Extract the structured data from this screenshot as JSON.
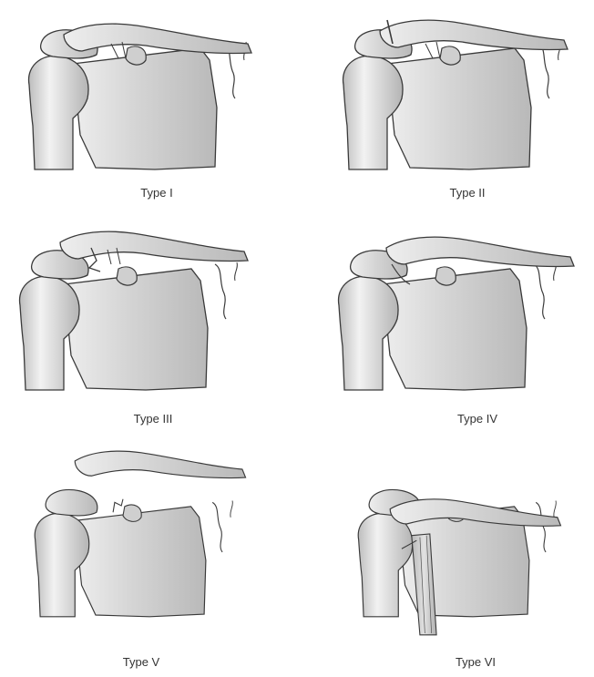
{
  "panels": [
    {
      "id": "type-1",
      "label": "Type I"
    },
    {
      "id": "type-2",
      "label": "Type II"
    },
    {
      "id": "type-3",
      "label": "Type III"
    },
    {
      "id": "type-4",
      "label": "Type IV"
    },
    {
      "id": "type-5",
      "label": "Type V"
    },
    {
      "id": "type-6",
      "label": "Type VI"
    }
  ],
  "colors": {
    "bone_fill": "#d9d9d9",
    "bone_shade": "#bdbdbd",
    "outline": "#3a3a3a",
    "muscle": "#c8c8c8"
  }
}
